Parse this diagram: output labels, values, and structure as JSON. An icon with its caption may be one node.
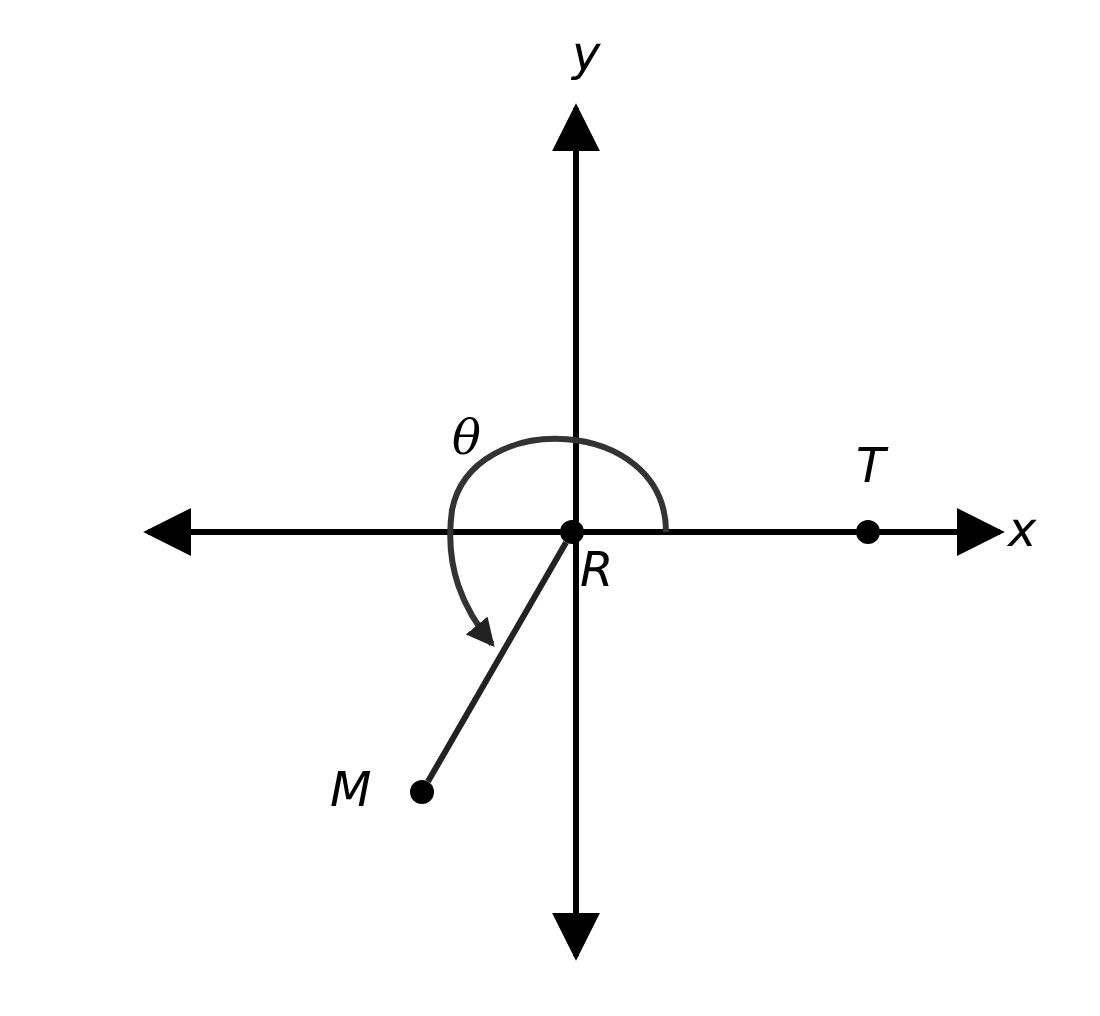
{
  "diagram": {
    "nodes": [
      {
        "text": [],
        "shape": "circle",
        "beside": [
          "T"
        ]
      },
      {
        "text": [],
        "shape": "circle",
        "beside": [
          "R"
        ]
      },
      {
        "text": [],
        "shape": "circle",
        "beside": [
          "M"
        ]
      }
    ],
    "edges": [
      {
        "from": 1,
        "to": 2,
        "arrow": "none"
      }
    ],
    "labels": [
      "y",
      "θ",
      "x"
    ]
  }
}
